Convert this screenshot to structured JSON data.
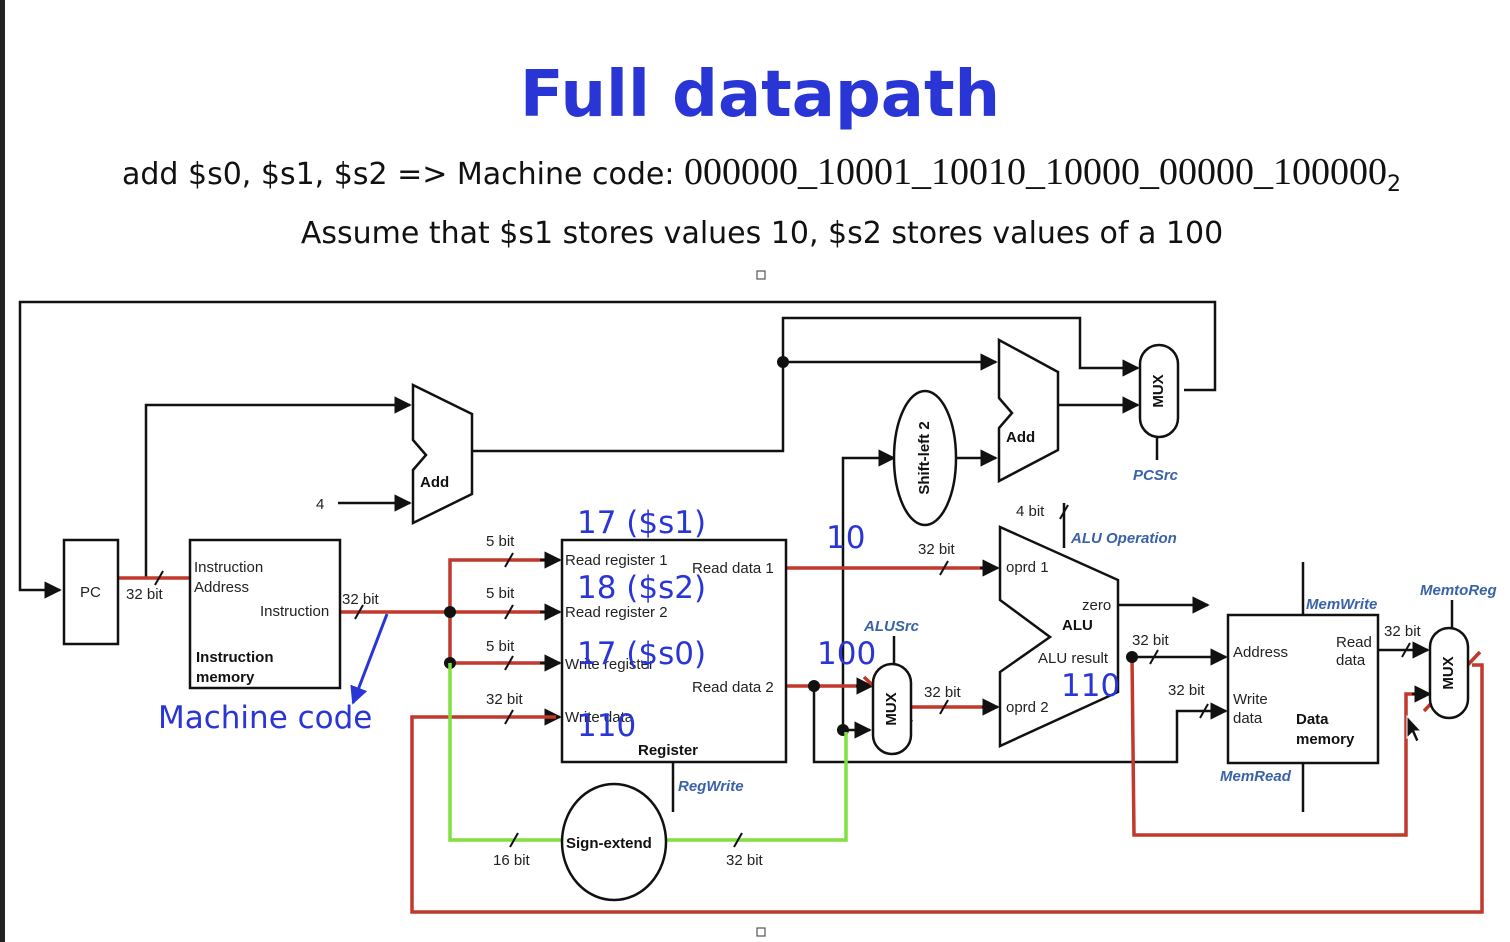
{
  "slide": {
    "title": "Full datapath",
    "instruction_prefix": "add $s0, $s1, $s2 => Machine code: ",
    "machine_code": "000000_10001_10010_10000_00000_100000",
    "machine_code_base": "2",
    "assumption": "Assume that $s1 stores values 10, $s2 stores values of a 100"
  },
  "blocks": {
    "pc": "PC",
    "add_top": "Add",
    "add_right": "Add",
    "const_four": "4",
    "imem_addr": "Instruction",
    "imem_addr2": "Address",
    "imem_out": "Instruction",
    "imem_name1": "Instruction",
    "imem_name2": "memory",
    "reg_rr1": "Read register 1",
    "reg_rr2": "Read register 2",
    "reg_wr": "Write register",
    "reg_wd": "Write data",
    "reg_rd1": "Read data 1",
    "reg_rd2": "Read data 2",
    "reg_name": "Register",
    "sign_extend": "Sign-extend",
    "shift_left": "Shift-left 2",
    "mux": "MUX",
    "alu": "ALU",
    "alu_zero": "zero",
    "alu_result": "ALU result",
    "alu_op1": "oprd 1",
    "alu_op2": "oprd 2",
    "dmem_addr": "Address",
    "dmem_read1": "Read",
    "dmem_read2": "data",
    "dmem_write1": "Write",
    "dmem_write2": "data",
    "dmem_name1": "Data",
    "dmem_name2": "memory"
  },
  "widths": {
    "w32": "32 bit",
    "w5": "5 bit",
    "w16": "16 bit",
    "w4": "4 bit"
  },
  "controls": {
    "regwrite": "RegWrite",
    "alusrc": "ALUSrc",
    "alu_operation": "ALU Operation",
    "pcsrc": "PCSrc",
    "memwrite": "MemWrite",
    "memread": "MemRead",
    "memtoreg": "MemtoReg"
  },
  "annotations": {
    "rs": "17 ($s1)",
    "rt": "18 ($s2)",
    "rd": "17 ($s0)",
    "write_data": "110",
    "read_data1": "10",
    "read_data2": "100",
    "alu_result": "110",
    "machine_code": "Machine code"
  },
  "colors": {
    "title": "#2a35d6",
    "annotation": "#2a35d6",
    "active_wire": "#c0392b",
    "immediate_wire": "#7fe040",
    "control": "#3a62a8"
  }
}
